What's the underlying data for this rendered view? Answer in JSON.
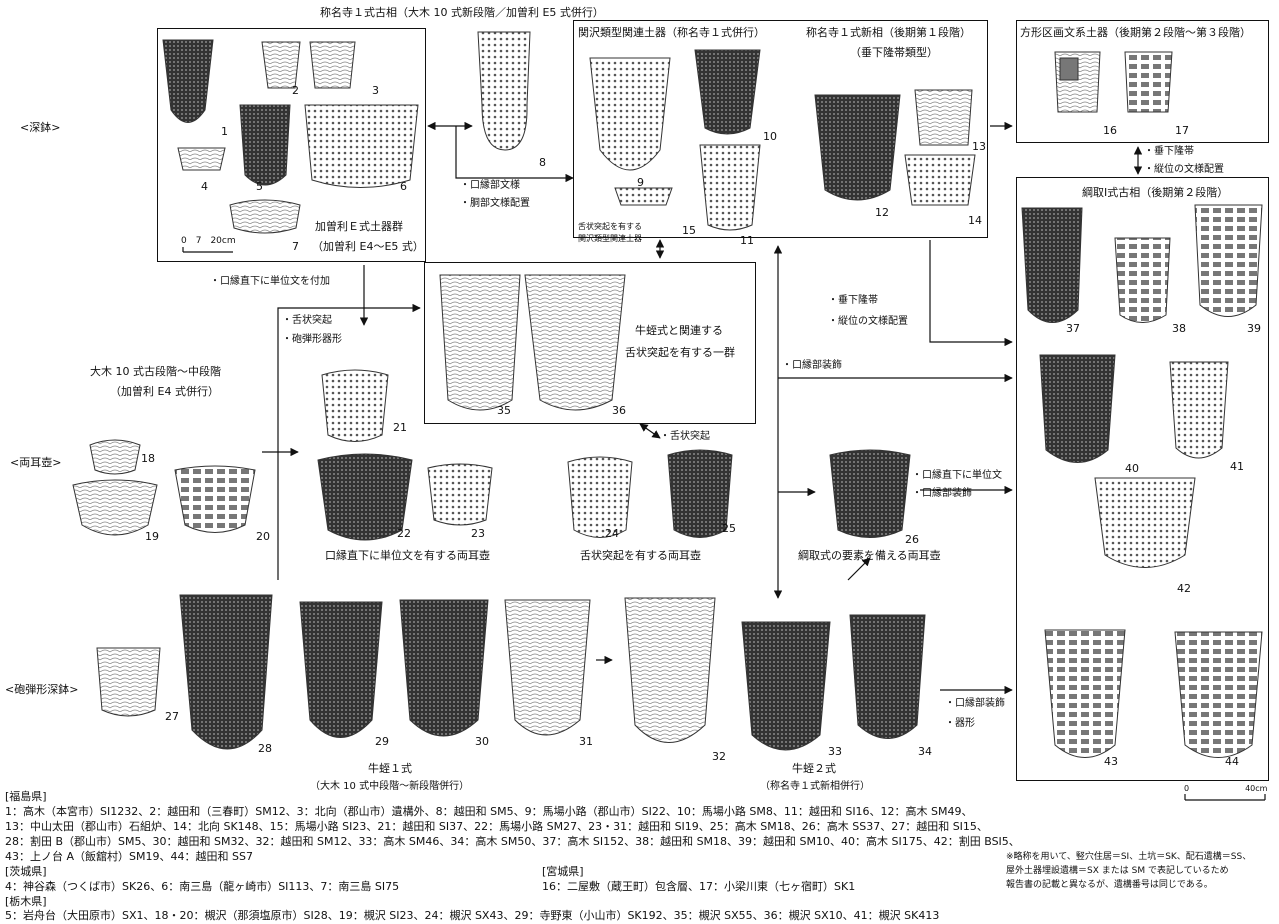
{
  "rows": {
    "deep": "<深鉢>",
    "twin": "<両耳壺>",
    "bullet": "<砲弾形深鉢>"
  },
  "titles": {
    "top": "称名寺１式古相（大木 10 式新段階／加曽利 E5 式併行）",
    "sekizawa": "関沢類型関連土器（称名寺１式併行）",
    "shomyoji_new_1": "称名寺１式新相（後期第１段階）",
    "shomyoji_new_2": "（垂下隆帯類型）",
    "hokei": "方形区画文系土器（後期第２段階～第３段階）",
    "tsunatori": "綱取Ⅰ式古相（後期第２段階）",
    "kasori_group": "加曽利Ｅ式土器群",
    "kasori_range": "（加曽利 E4～E5 式）",
    "oogi_1": "大木 10 式古段階～中段階",
    "oogi_2": "（加曽利 E4 式併行）",
    "gyuku_group_1": "牛蛭式と関連する",
    "gyuku_group_2": "舌状突起を有する一群",
    "sekizawa_note_1": "舌状突起を有する",
    "sekizawa_note_2": "関沢類型関連土器",
    "scale": "0　7　20cm",
    "scale_right": "0　　　　　　　40cm"
  },
  "annotations": {
    "a1": "・口縁部文様",
    "a2": "・胴部文様配置",
    "a3": "・垂下隆帯",
    "a4": "・縦位の文様配置",
    "a5": "・口縁直下に単位文を付加",
    "a6": "・舌状突起",
    "a7": "・砲弾形器形",
    "a8": "・垂下隆帯",
    "a9": "・縦位の文様配置",
    "a10": "・口縁部装飾",
    "a11": "・舌状突起",
    "a12": "・口縁直下に単位文",
    "a13": "・口縁部装飾",
    "a14": "・口縁部装飾",
    "a15": "・器形"
  },
  "captions": {
    "c22": "口縁直下に単位文を有する両耳壺",
    "c24": "舌状突起を有する両耳壺",
    "c26": "綱取式の要素を備える両耳壺",
    "gyuku1": "牛蛭１式",
    "gyuku1_sub": "（大木 10 式中段階～新段階併行）",
    "gyuku2": "牛蛭２式",
    "gyuku2_sub": "（称名寺１式新相併行）"
  },
  "numbers": [
    "1",
    "2",
    "3",
    "4",
    "5",
    "6",
    "7",
    "8",
    "9",
    "10",
    "11",
    "12",
    "13",
    "14",
    "15",
    "16",
    "17",
    "18",
    "19",
    "20",
    "21",
    "22",
    "23",
    "24",
    "25",
    "26",
    "27",
    "28",
    "29",
    "30",
    "31",
    "32",
    "33",
    "34",
    "35",
    "36",
    "37",
    "38",
    "39",
    "40",
    "41",
    "42",
    "43",
    "44"
  ],
  "notes": {
    "fukushima_h": "[福島県]",
    "fukushima_1": "1：高木（本宮市）SI1232、2：越田和（三春町）SM12、3：北向（郡山市）遺構外、8：越田和 SM5、9：馬場小路（郡山市）SI22、10：馬場小路 SM8、11：越田和 SI16、12：高木 SM49、",
    "fukushima_2": "13：中山太田（郡山市）石組炉、14：北向 SK148、15：馬場小路 SI23、21：越田和 SI37、22：馬場小路 SM27、23・31：越田和 SI19、25：高木 SM18、26：高木 SS37、27：越田和 SI15、",
    "fukushima_3": "28：割田 B（郡山市）SM5、30：越田和 SM32、32：越田和 SM12、33：高木 SM46、34：高木 SM50、37：高木 SI152、38：越田和 SM18、39：越田和 SM10、40：高木 SI175、42：割田 BSI5、",
    "fukushima_4": "43：上ノ台 A（飯舘村）SM19、44：越田和 SS7",
    "ibaraki_h": "[茨城県]",
    "ibaraki_1": "4：神谷森（つくば市）SK26、6：南三島（龍ヶ崎市）SI113、7：南三島 SI75",
    "tochigi_h": "[栃木県]",
    "tochigi_1": "5：岩舟台（大田原市）SX1、18・20：槻沢（那須塩原市）SI28、19：槻沢 SI23、24：槻沢 SX43、29：寺野東（小山市）SK192、35：槻沢 SX55、36：槻沢 SX10、41：槻沢 SK413",
    "miyagi_h": "[宮城県]",
    "miyagi_1": "16：二屋敷（蔵王町）包含層、17：小梁川東（七ヶ宿町）SK1",
    "abbr_1": "※略称を用いて、竪穴住居＝SI、土坑＝SK、配石遺構＝SS、",
    "abbr_2": "屋外土器埋設遺構＝SX または SM で表記しているため",
    "abbr_3": "報告書の記載と異なるが、遺構番号は同じである。"
  }
}
